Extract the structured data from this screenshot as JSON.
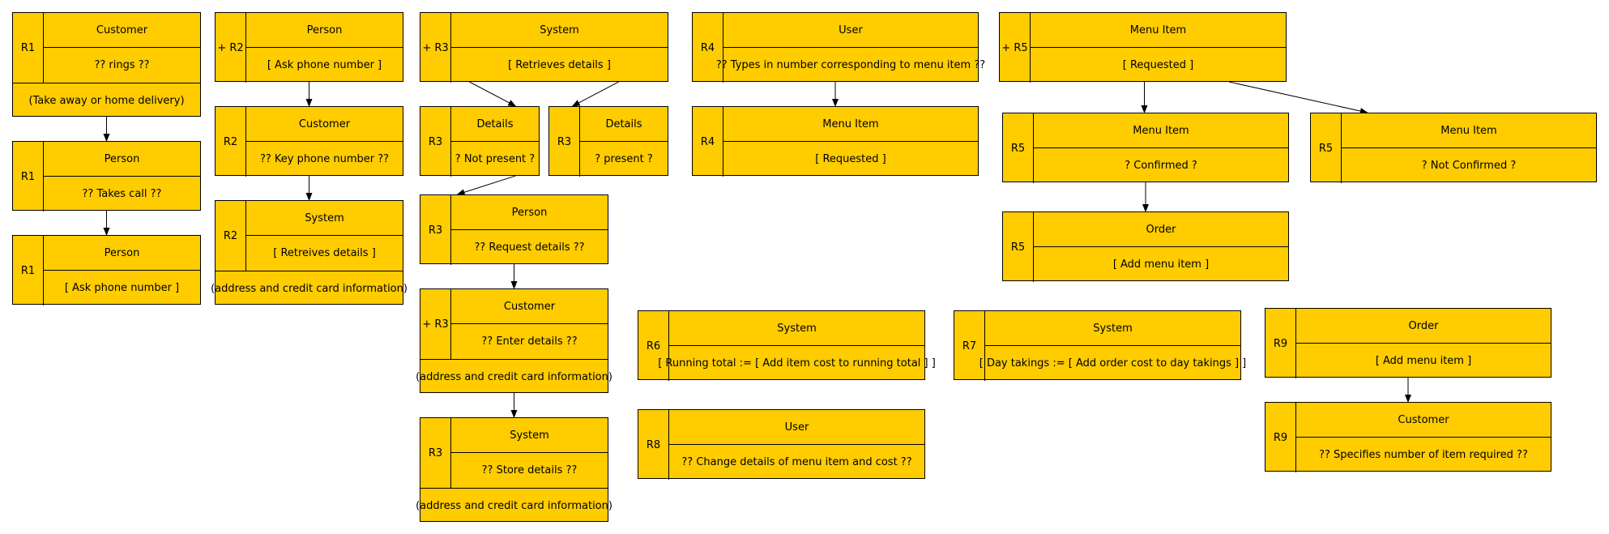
{
  "nodes": [
    {
      "id": "n1",
      "tag": "R1",
      "name": "Customer",
      "action": "?? rings ??",
      "extra": "(Take away or home delivery)"
    },
    {
      "id": "n2",
      "tag": "R1",
      "name": "Person",
      "action": "?? Takes call ??"
    },
    {
      "id": "n3",
      "tag": "R1",
      "name": "Person",
      "action": "[ Ask phone number ]"
    },
    {
      "id": "n4",
      "tag": "+ R2",
      "name": "Person",
      "action": "[ Ask phone number ]"
    },
    {
      "id": "n5",
      "tag": "R2",
      "name": "Customer",
      "action": "?? Key phone number ??"
    },
    {
      "id": "n6",
      "tag": "R2",
      "name": "System",
      "action": "[ Retreives details ]",
      "extra": "(address and credit card information)"
    },
    {
      "id": "n7",
      "tag": "+ R3",
      "name": "System",
      "action": "[ Retrieves details ]"
    },
    {
      "id": "n8",
      "tag": "R3",
      "name": "Details",
      "action": "? Not present ?"
    },
    {
      "id": "n9",
      "tag": "R3",
      "name": "Details",
      "action": "? present ?"
    },
    {
      "id": "n10",
      "tag": "R3",
      "name": "Person",
      "action": "?? Request details ??"
    },
    {
      "id": "n11",
      "tag": "+ R3",
      "name": "Customer",
      "action": "?? Enter details ??",
      "extra": "(address and credit card information)"
    },
    {
      "id": "n12",
      "tag": "R3",
      "name": "System",
      "action": "?? Store details ??",
      "extra": "(address and credit card information)"
    },
    {
      "id": "n13",
      "tag": "R4",
      "name": "User",
      "action": "?? Types in number corresponding to menu item ??"
    },
    {
      "id": "n14",
      "tag": "R4",
      "name": "Menu Item",
      "action": "[ Requested ]"
    },
    {
      "id": "n15",
      "tag": "+ R5",
      "name": "Menu Item",
      "action": "[ Requested ]"
    },
    {
      "id": "n16",
      "tag": "R5",
      "name": "Menu Item",
      "action": "? Confirmed ?"
    },
    {
      "id": "n17",
      "tag": "R5",
      "name": "Menu Item",
      "action": "? Not Confirmed ?"
    },
    {
      "id": "n18",
      "tag": "R5",
      "name": "Order",
      "action": "[ Add menu item ]"
    },
    {
      "id": "n19",
      "tag": "R6",
      "name": "System",
      "action": "[ Running total := [ Add item cost to running total ] ]"
    },
    {
      "id": "n20",
      "tag": "R8",
      "name": "User",
      "action": "?? Change details of menu item and cost ??"
    },
    {
      "id": "n21",
      "tag": "R7",
      "name": "System",
      "action": "[ Day takings := [ Add order cost to day takings ] ]"
    },
    {
      "id": "n22",
      "tag": "R9",
      "name": "Order",
      "action": "[ Add menu item ]"
    },
    {
      "id": "n23",
      "tag": "R9",
      "name": "Customer",
      "action": "?? Specifies number of item required ??"
    }
  ],
  "links": [
    [
      "n1",
      "n2"
    ],
    [
      "n2",
      "n3"
    ],
    [
      "n4",
      "n5"
    ],
    [
      "n5",
      "n6"
    ],
    [
      "n7",
      "n8"
    ],
    [
      "n7",
      "n9"
    ],
    [
      "n8",
      "n10"
    ],
    [
      "n10",
      "n11"
    ],
    [
      "n11",
      "n12"
    ],
    [
      "n13",
      "n14"
    ],
    [
      "n15",
      "n16"
    ],
    [
      "n15",
      "n17"
    ],
    [
      "n16",
      "n18"
    ],
    [
      "n22",
      "n23"
    ]
  ]
}
